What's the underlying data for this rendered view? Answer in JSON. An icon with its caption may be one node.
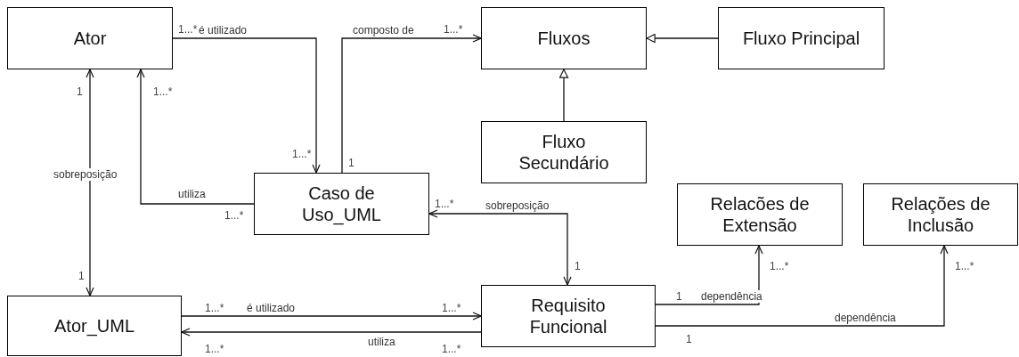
{
  "diagram": {
    "nodes": [
      {
        "text": [
          "Ator"
        ]
      },
      {
        "text": [
          "Fluxos"
        ]
      },
      {
        "text": [
          "Fluxo Principal"
        ]
      },
      {
        "text": [
          "Fluxo Secundário"
        ]
      },
      {
        "text": [
          "Caso de Uso_UML"
        ]
      },
      {
        "text": [
          "Relacões de Extensão"
        ]
      },
      {
        "text": [
          "Relações de Inclusão"
        ]
      },
      {
        "text": [
          "Ator_UML"
        ]
      },
      {
        "text": [
          "Requisito Funcional"
        ]
      }
    ],
    "edges": [
      {
        "from": 0,
        "to": 4,
        "arrow": "to",
        "label": "é utilizado"
      },
      {
        "from": 4,
        "to": 1,
        "arrow": "to",
        "label": "composto de"
      },
      {
        "from": 2,
        "to": 1,
        "arrow": "to"
      },
      {
        "from": 3,
        "to": 1,
        "arrow": "to"
      },
      {
        "from": 4,
        "to": 0,
        "arrow": "to",
        "label": "utiliza"
      },
      {
        "from": 0,
        "to": 7,
        "arrow": "both",
        "label": "sobreposição"
      },
      {
        "from": 8,
        "to": 4,
        "arrow": "both",
        "label": "sobreposição"
      },
      {
        "from": 7,
        "to": 8,
        "arrow": "to",
        "label": "é utilizado"
      },
      {
        "from": 8,
        "to": 7,
        "arrow": "to",
        "label": "utiliza"
      },
      {
        "from": 8,
        "to": 5,
        "arrow": "to",
        "label": "dependência"
      },
      {
        "from": 8,
        "to": 6,
        "arrow": "to",
        "label": "dependência"
      }
    ],
    "labels": [
      "1...*",
      "1...*",
      "1",
      "1...*",
      "1...*",
      "1",
      "1...*",
      "1...*",
      "1",
      "1...*",
      "1...*",
      "1",
      "1",
      "1...*",
      "1...*",
      "1",
      "1...*",
      "1...*"
    ]
  }
}
